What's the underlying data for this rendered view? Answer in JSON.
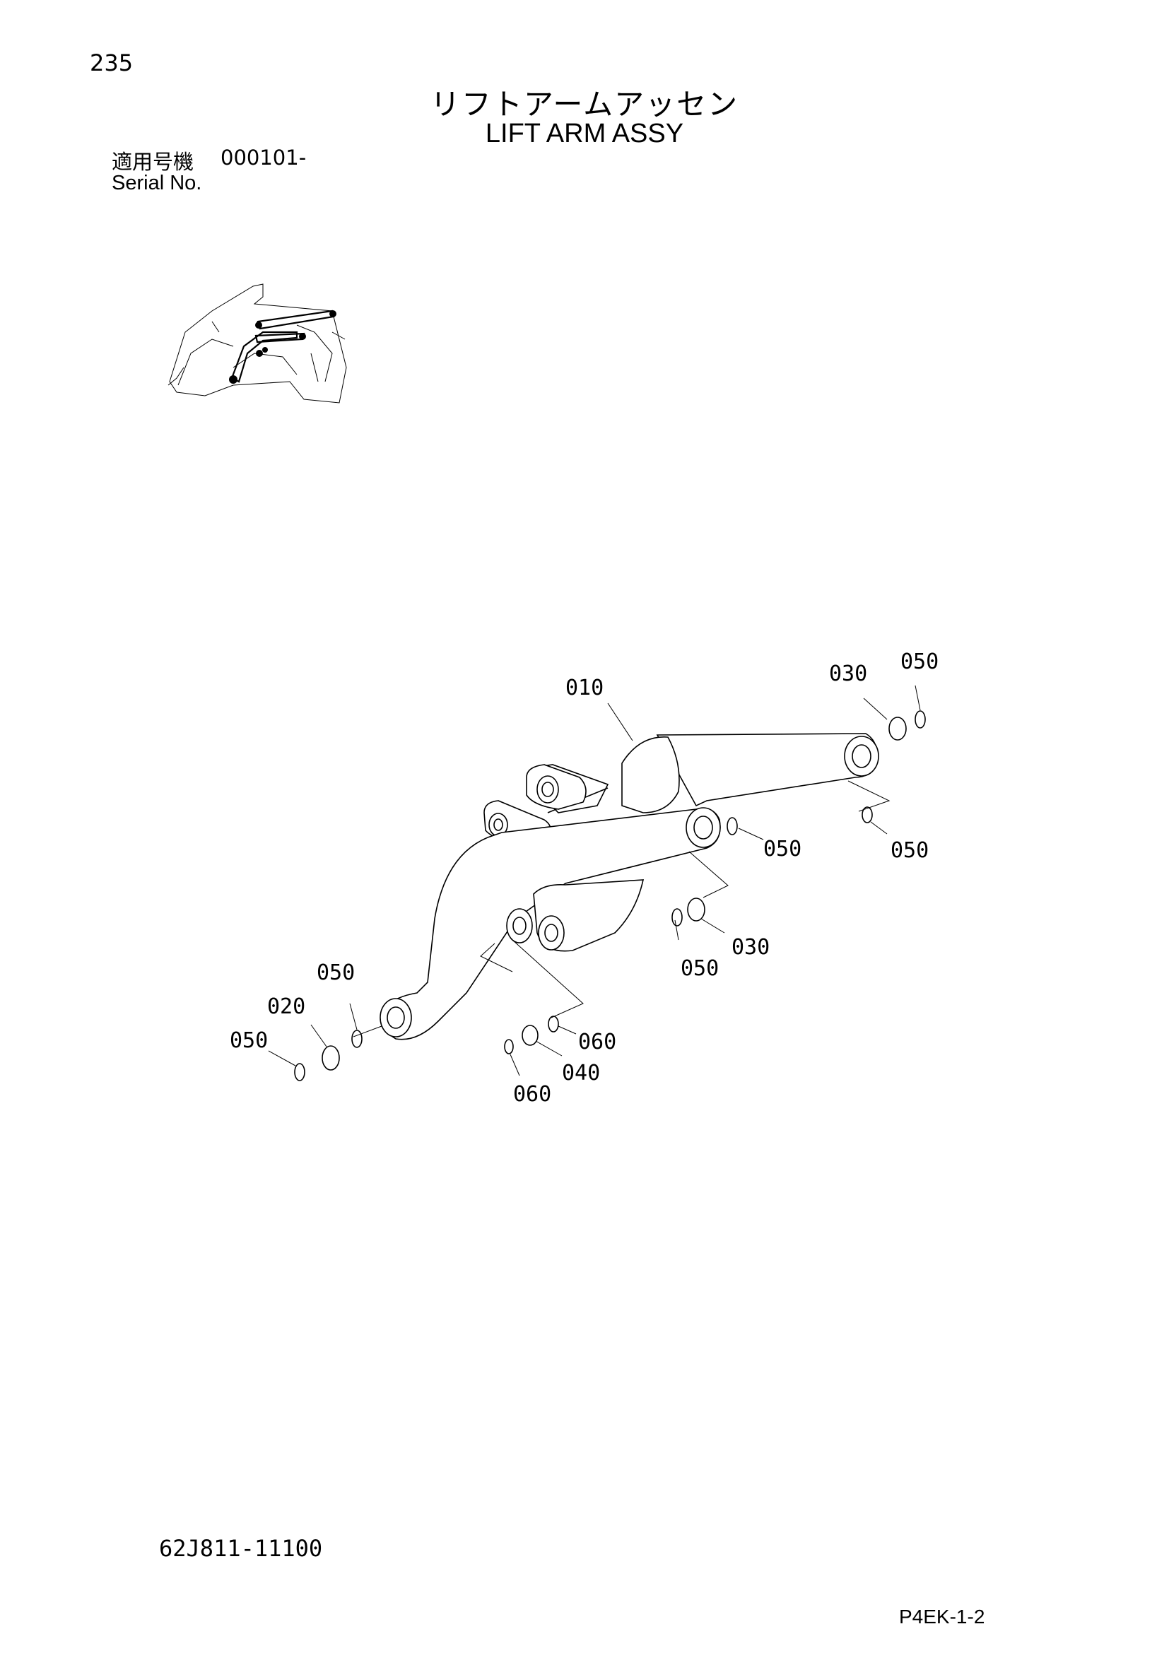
{
  "header": {
    "page_number": "235",
    "title_jp": "リフトアームアッセン",
    "title_en": "LIFT ARM ASSY",
    "serial_label_jp": "適用号機",
    "serial_value": "000101-",
    "serial_label_en": "Serial No."
  },
  "diagram": {
    "callouts": {
      "c010": "010",
      "c030_top": "030",
      "c050_top": "050",
      "c050_mid1": "050",
      "c050_mid2": "050",
      "c050_center": "050",
      "c030_center": "030",
      "c050_left_top": "050",
      "c020": "020",
      "c050_left": "050",
      "c060_right": "060",
      "c040": "040",
      "c060_bottom": "060"
    }
  },
  "footer": {
    "part_number": "62J811-11100",
    "page_code": "P4EK-1-2"
  }
}
